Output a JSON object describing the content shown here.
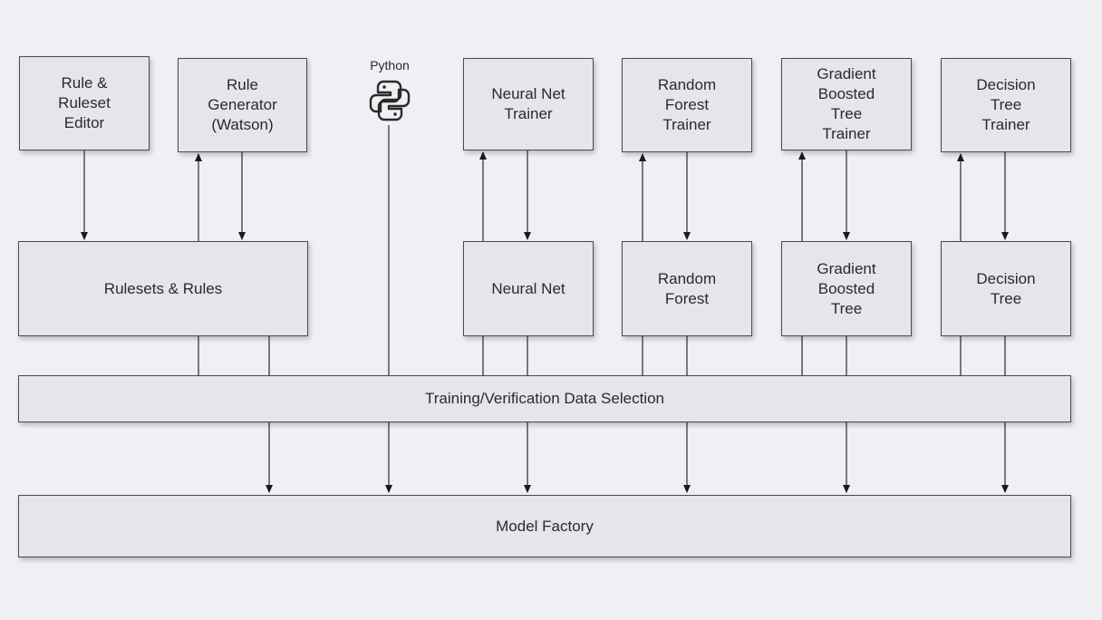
{
  "nodes": {
    "rule_editor": "Rule &\nRuleset\nEditor",
    "rule_generator": "Rule\nGenerator\n(Watson)",
    "python": "Python",
    "nn_trainer": "Neural Net\nTrainer",
    "rf_trainer": "Random\nForest\nTrainer",
    "gbt_trainer": "Gradient\nBoosted\nTree\nTrainer",
    "dt_trainer": "Decision\nTree\nTrainer",
    "rulesets": "Rulesets & Rules",
    "neural_net": "Neural Net",
    "random_forest": "Random\nForest",
    "gbt": "Gradient\nBoosted\nTree",
    "decision_tree": "Decision\nTree",
    "data_selection": "Training/Verification Data Selection",
    "model_factory": "Model Factory"
  },
  "icons": {
    "python": "python-logo-icon"
  }
}
